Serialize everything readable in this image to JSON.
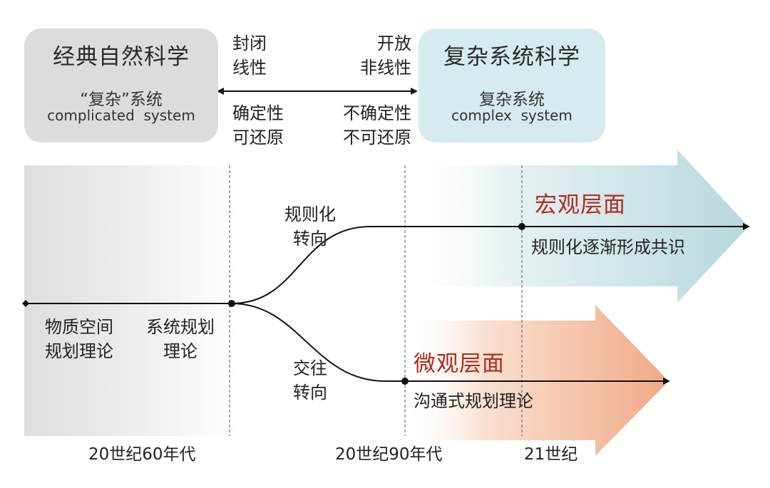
{
  "classic": {
    "title": "经典自然科学",
    "subtitle_zh": "“复杂”系统",
    "subtitle_en": "complicated  system"
  },
  "complex": {
    "title": "复杂系统科学",
    "subtitle_zh": "复杂系统",
    "subtitle_en": "complex  system"
  },
  "properties": {
    "left_top": [
      "封闭",
      "线性"
    ],
    "right_top": [
      "开放",
      "非线性"
    ],
    "left_bottom": [
      "确定性",
      "可还原"
    ],
    "right_bottom": [
      "不确定性",
      "不可还原"
    ]
  },
  "timeline": {
    "start_label": [
      "物质空间",
      "规划理论"
    ],
    "mid_label": [
      "系统规划",
      "理论"
    ],
    "upper_turn": [
      "规则化",
      "转向"
    ],
    "lower_turn": [
      "交往",
      "转向"
    ],
    "macro_title": "宏观层面",
    "macro_desc": "规则化逐渐形成共识",
    "micro_title": "微观层面",
    "micro_desc": "沟通式规划理论"
  },
  "eras": [
    "20世纪60年代",
    "20世纪90年代",
    "21世纪"
  ],
  "colors": {
    "classic_box": "#dcdcdc",
    "complex_box": "#d6ebee",
    "macro_arrow": "#bcdcdf",
    "micro_arrow": "#f2b79a",
    "level_title": "#b42a1e"
  }
}
